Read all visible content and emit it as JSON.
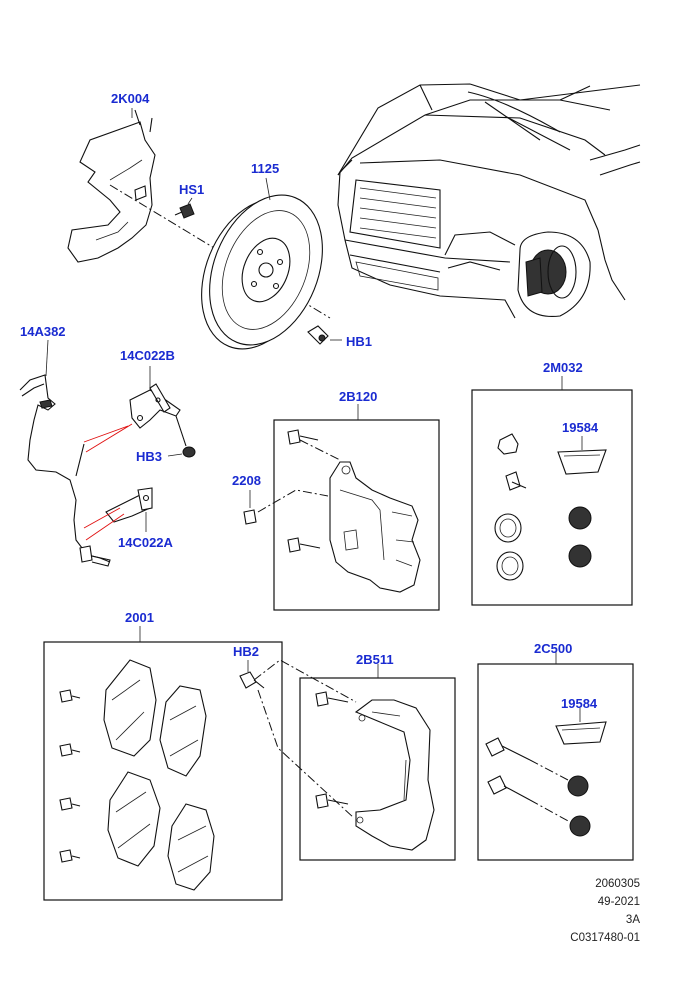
{
  "labels": {
    "l_2k004": "2K004",
    "l_hs1": "HS1",
    "l_1125": "1125",
    "l_hb1": "HB1",
    "l_14a382": "14A382",
    "l_14c022b": "14C022B",
    "l_hb3": "HB3",
    "l_14c022a": "14C022A",
    "l_2b120": "2B120",
    "l_2208": "2208",
    "l_2m032": "2M032",
    "l_19584a": "19584",
    "l_2001": "2001",
    "l_hb2": "HB2",
    "l_2b511": "2B511",
    "l_2c500": "2C500",
    "l_19584b": "19584"
  },
  "meta": {
    "line1": "2060305",
    "line2": "49-2021",
    "line3": "3A",
    "line4": "C0317480-01"
  },
  "colors": {
    "label": "#1a2bd1",
    "connector": "#e01010",
    "line": "#111111"
  }
}
